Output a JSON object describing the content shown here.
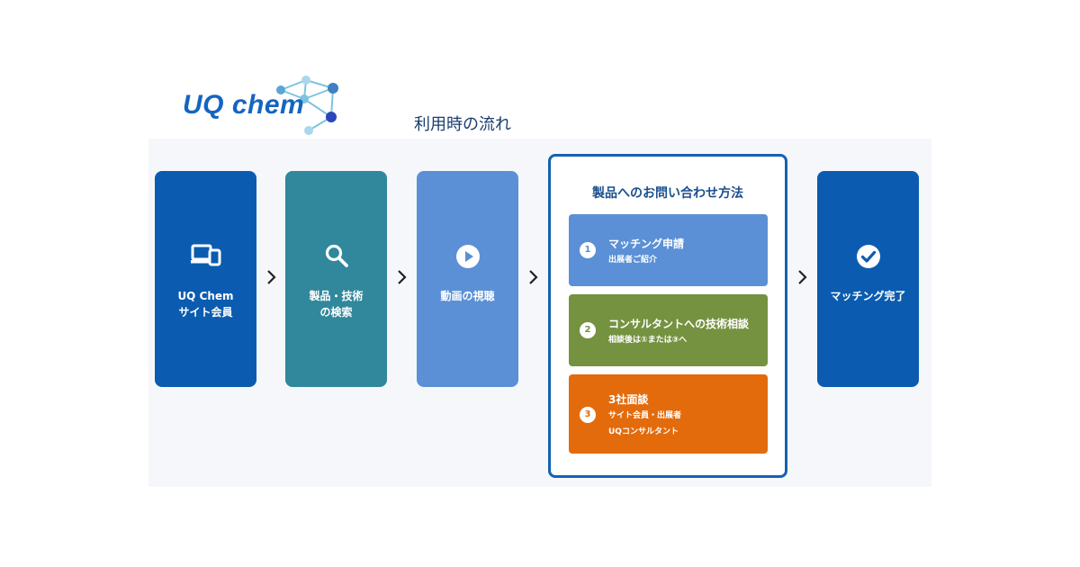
{
  "logo": {
    "text": "UQ chem"
  },
  "subtitle": "利用時の流れ",
  "steps": [
    {
      "label": "UQ Chem\nサイト会員",
      "icon": "devices-icon"
    },
    {
      "label": "製品・技術\nの検索",
      "icon": "search-icon"
    },
    {
      "label": "動画の視聴",
      "icon": "play-icon"
    },
    {
      "label": "マッチング完了",
      "icon": "check-circle-icon"
    }
  ],
  "inquiry": {
    "title": "製品へのお問い合わせ方法",
    "options": [
      {
        "num": "1",
        "title": "マッチング申請",
        "sub": "出展者ご紹介"
      },
      {
        "num": "2",
        "title": "コンサルタントへの技術相談",
        "sub": "相談後は①または③へ"
      },
      {
        "num": "3",
        "title": "3社面談",
        "sub": "サイト会員・出展者\nUQコンサルタント"
      }
    ]
  },
  "colors": {
    "dark_blue": "#0b5cb0",
    "teal": "#31879b",
    "light_blue": "#5b90d6",
    "olive": "#759240",
    "orange": "#e36b0c"
  }
}
